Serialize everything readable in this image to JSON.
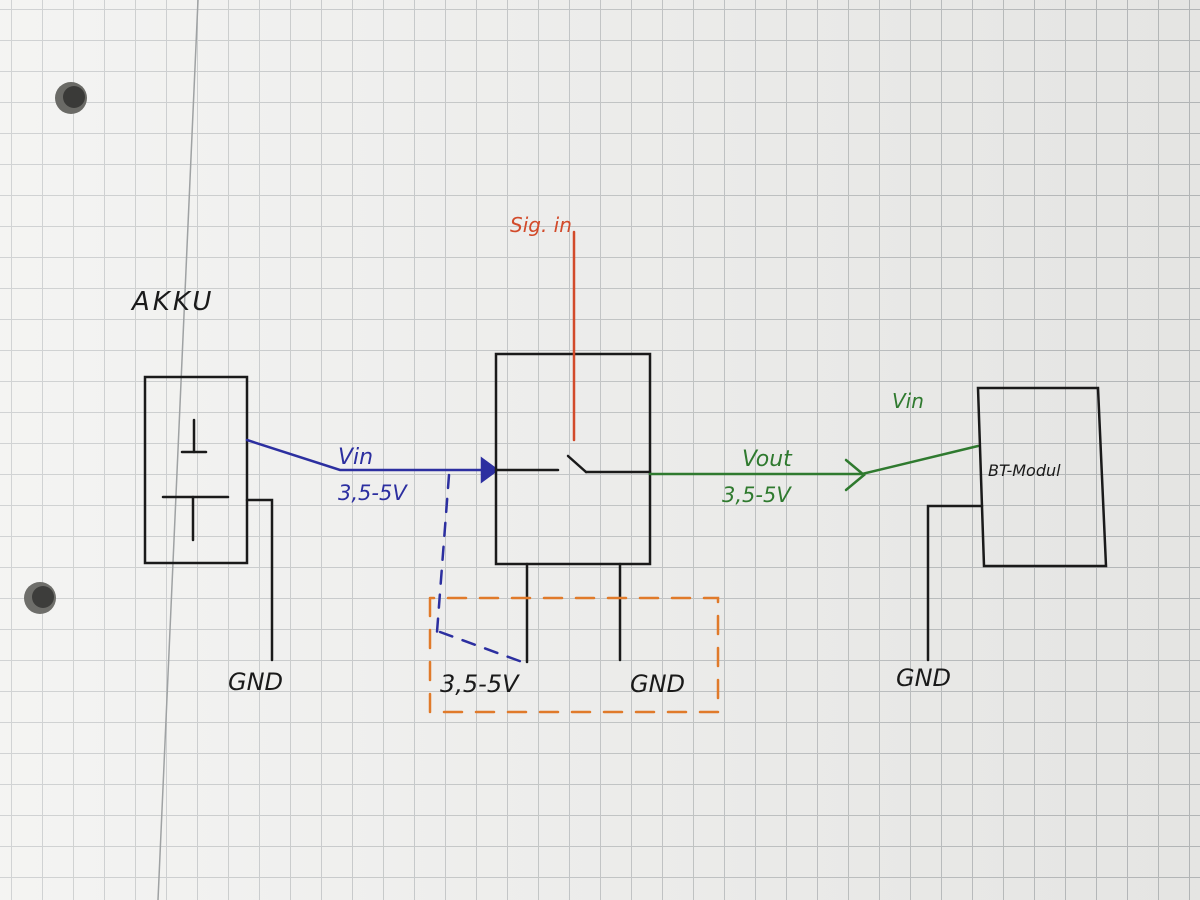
{
  "labels": {
    "akku": "AKKU",
    "sig_in": "Sig. in",
    "v_in": "Vin",
    "v_in_range": "3,5-5V",
    "v_out": "Vout",
    "v_out_range": "3,5-5V",
    "v_in_bt": "Vin",
    "bt_module": "BT-Modul",
    "gnd_left": "GND",
    "gnd_right": "GND",
    "option_voltage": "3,5-5V",
    "option_gnd": "GND"
  },
  "colors": {
    "ink_black": "#1a1a1a",
    "ink_blue": "#2c2fa0",
    "ink_red": "#d24a2a",
    "ink_green": "#2f7a2f",
    "ink_orange": "#e07a2a",
    "paper": "#eeeeec",
    "grid": "#b9bcbd"
  }
}
